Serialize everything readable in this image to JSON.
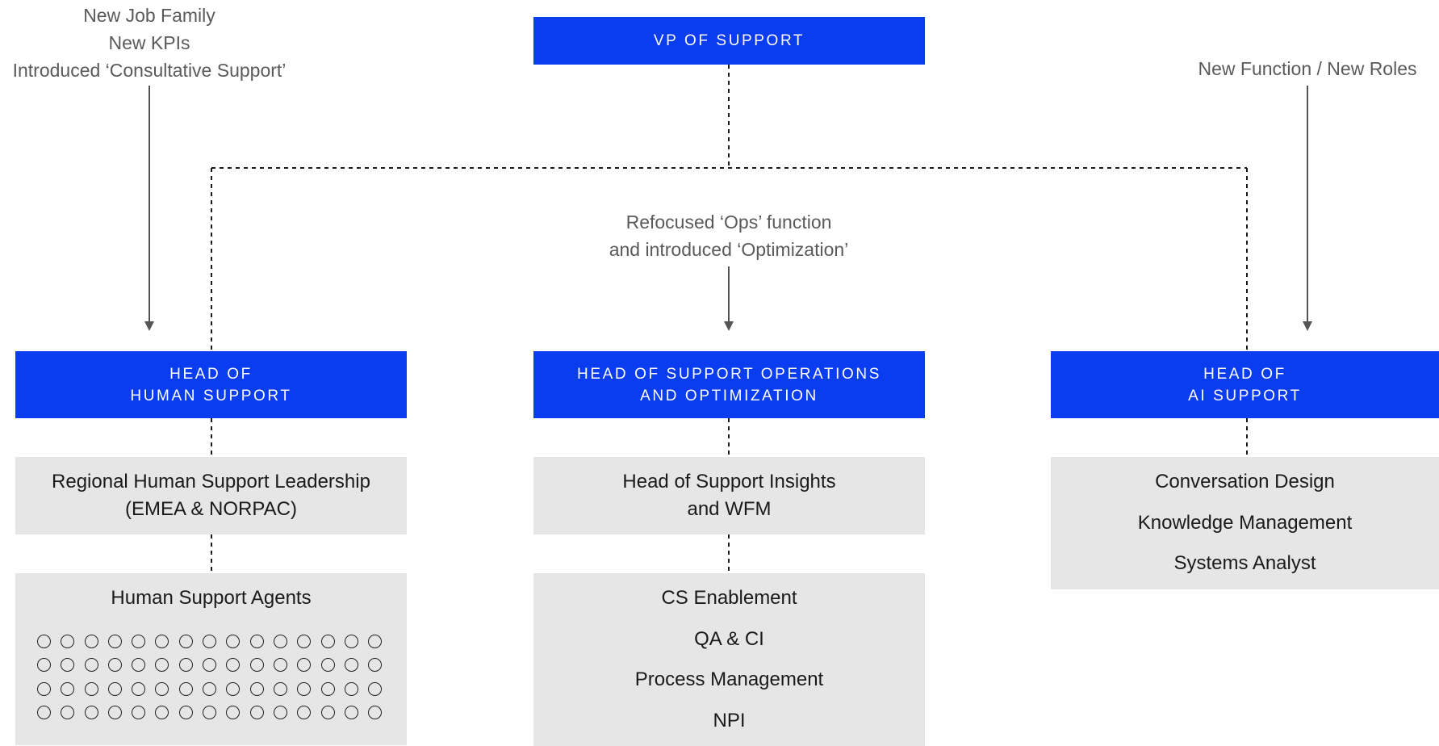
{
  "colors": {
    "accent_blue": "#0a3cf0",
    "box_grey": "#e6e6e6",
    "annotation_text": "#5a5a5a",
    "body_text": "#1a1a1a",
    "connector": "#1a1a1a"
  },
  "vp": {
    "label": "VP OF SUPPORT"
  },
  "annotations": {
    "human_support": {
      "line1": "New Job Family",
      "line2": "New KPIs",
      "line3": "Introduced ‘Consultative Support’"
    },
    "operations": {
      "line1": "Refocused ‘Ops’ function",
      "line2": "and introduced ‘Optimization’"
    },
    "ai_support": {
      "line1": "New Function / New Roles"
    }
  },
  "heads": {
    "human": {
      "line1": "HEAD OF",
      "line2": "HUMAN SUPPORT"
    },
    "operations": {
      "line1": "HEAD OF SUPPORT OPERATIONS",
      "line2": "AND OPTIMIZATION"
    },
    "ai": {
      "line1": "HEAD OF",
      "line2": "AI SUPPORT"
    }
  },
  "human_column": {
    "leadership": {
      "line1": "Regional Human Support Leadership",
      "line2": "(EMEA & NORPAC)"
    },
    "agents": {
      "title": "Human Support Agents",
      "agent_count": 60,
      "agents_per_row": 15
    }
  },
  "operations_column": {
    "insights": {
      "line1": "Head of Support Insights",
      "line2": "and WFM"
    },
    "teams": [
      "CS Enablement",
      "QA & CI",
      "Process Management",
      "NPI"
    ]
  },
  "ai_column": {
    "teams": [
      "Conversation Design",
      "Knowledge Management",
      "Systems Analyst"
    ]
  }
}
